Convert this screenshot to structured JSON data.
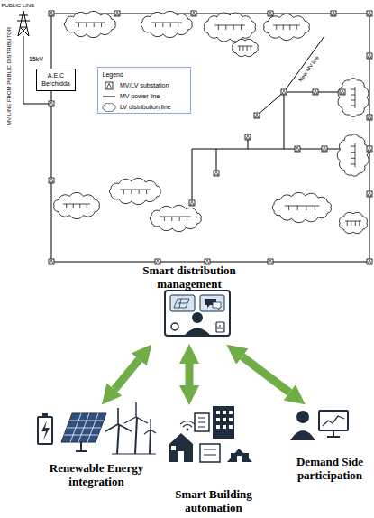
{
  "diagram": {
    "nodes": [
      {
        "text": [
          "A.E.C Berchidda"
        ]
      },
      {
        "text": [
          "Smart distribution management"
        ]
      },
      {
        "text": [
          "Renewable Energy integration"
        ]
      },
      {
        "text": [
          "Smart Building automation"
        ]
      },
      {
        "text": [
          "Demand Side participation"
        ]
      }
    ],
    "edges": [
      {
        "from": 1,
        "to": 2,
        "arrow": "both"
      },
      {
        "from": 1,
        "to": 3,
        "arrow": "both"
      },
      {
        "from": 1,
        "to": 4,
        "arrow": "both"
      }
    ],
    "labels": [
      "PUBLIC LINE",
      "MV LINE FROM PUBLIC DISTRIBUTOR",
      "15kV",
      "New MV line",
      "Legend"
    ],
    "legend": [
      {
        "text": "MV/LV substation"
      },
      {
        "text": "MV power line"
      },
      {
        "text": "LV distribution line"
      }
    ]
  }
}
